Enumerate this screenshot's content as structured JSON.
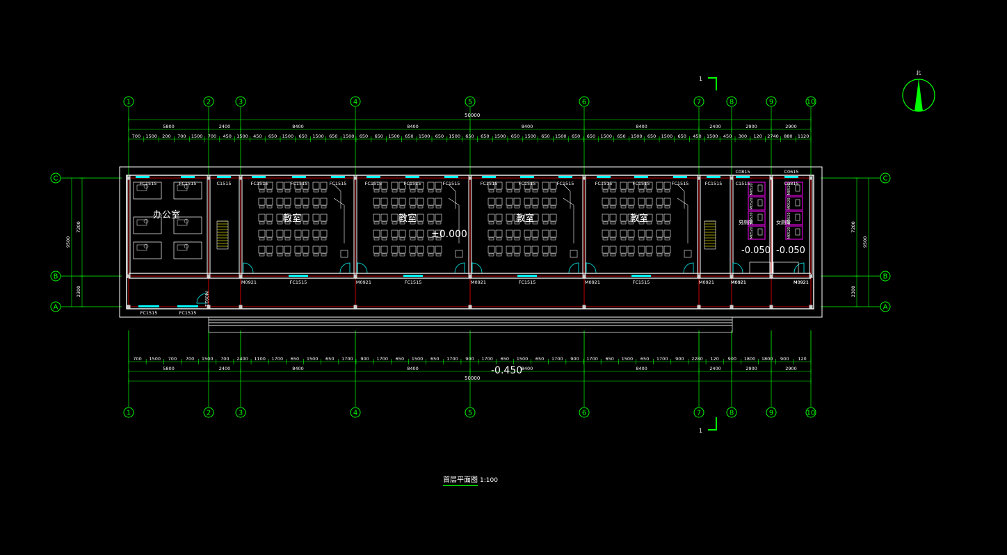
{
  "drawing": {
    "title": "首层平面图",
    "scale": "1:100",
    "section_mark": "1",
    "north_label": "北",
    "total_length": "50000",
    "axes_vertical": [
      "1",
      "2",
      "3",
      "4",
      "5",
      "6",
      "7",
      "8",
      "9",
      "10"
    ],
    "axes_horizontal": [
      "C",
      "B",
      "A"
    ],
    "top_dims_row1": [
      "5800",
      "2400",
      "8400",
      "8400",
      "8400",
      "8400",
      "2400",
      "2900",
      "2900"
    ],
    "top_dims_row2": [
      "700",
      "1500",
      "200",
      "700",
      "1500",
      "700",
      "450",
      "1500",
      "450",
      "650",
      "1500",
      "650",
      "1500",
      "650",
      "1500",
      "650",
      "650",
      "1500",
      "650",
      "1500",
      "650",
      "1500",
      "650",
      "650",
      "1500",
      "650",
      "1500",
      "650",
      "1500",
      "650",
      "650",
      "1500",
      "650",
      "1500",
      "650",
      "1500",
      "650",
      "450",
      "1500",
      "450",
      "300",
      "120",
      "2740",
      "880",
      "1120"
    ],
    "bottom_dims_row1": [
      "700",
      "1500",
      "700",
      "700",
      "1500",
      "700",
      "2400",
      "1100",
      "1700",
      "650",
      "1500",
      "650",
      "1700",
      "900",
      "1700",
      "650",
      "1500",
      "650",
      "1700",
      "900",
      "1700",
      "650",
      "1500",
      "650",
      "1700",
      "900",
      "1700",
      "650",
      "1500",
      "650",
      "1700",
      "900",
      "2280",
      "120",
      "900",
      "1800",
      "1800",
      "900",
      "120"
    ],
    "bottom_dims_row2": [
      "5800",
      "2400",
      "8400",
      "8400",
      "8400",
      "8400",
      "2400",
      "2900",
      "2900"
    ],
    "left_dims": [
      "7200",
      "9500",
      "2300"
    ],
    "right_dims": [
      "7200",
      "9500",
      "2300"
    ],
    "rooms": [
      "办公室",
      "教室",
      "教室",
      "教室",
      "教室"
    ],
    "elevations": [
      "±0.000",
      "-0.050",
      "-0.050",
      "-0.450"
    ],
    "window_labels_top": [
      "FC1515",
      "FC1515",
      "C1515",
      "FC1515",
      "FC1515",
      "FC1515",
      "FC1515",
      "FC1515",
      "FC1515",
      "FC1515",
      "FC1515",
      "FC1515",
      "FC1515",
      "FC1515",
      "FC1515",
      "FC1515",
      "C1515",
      "C0815",
      "C0615"
    ],
    "window_labels_corridor": [
      "FC1515",
      "FC1515",
      "FC1515",
      "FC1515"
    ],
    "window_labels_bottom": [
      "FC1515",
      "FC1515"
    ],
    "door_labels": [
      "M0921",
      "M0921",
      "M0921",
      "M0921",
      "M0921",
      "M0921",
      "M0921",
      "M0921",
      "M0921"
    ],
    "toilet_labels": [
      "男厕所",
      "女厕所"
    ],
    "toilet_door_label": "M0520",
    "colors": {
      "background": "#000000",
      "axis": "#00ff00",
      "wall": "#ffffff",
      "grid": "#ff0000",
      "window": "#00ffff",
      "furniture": "#ffffff",
      "partition": "#ff00ff",
      "text": "#ffffff"
    }
  }
}
